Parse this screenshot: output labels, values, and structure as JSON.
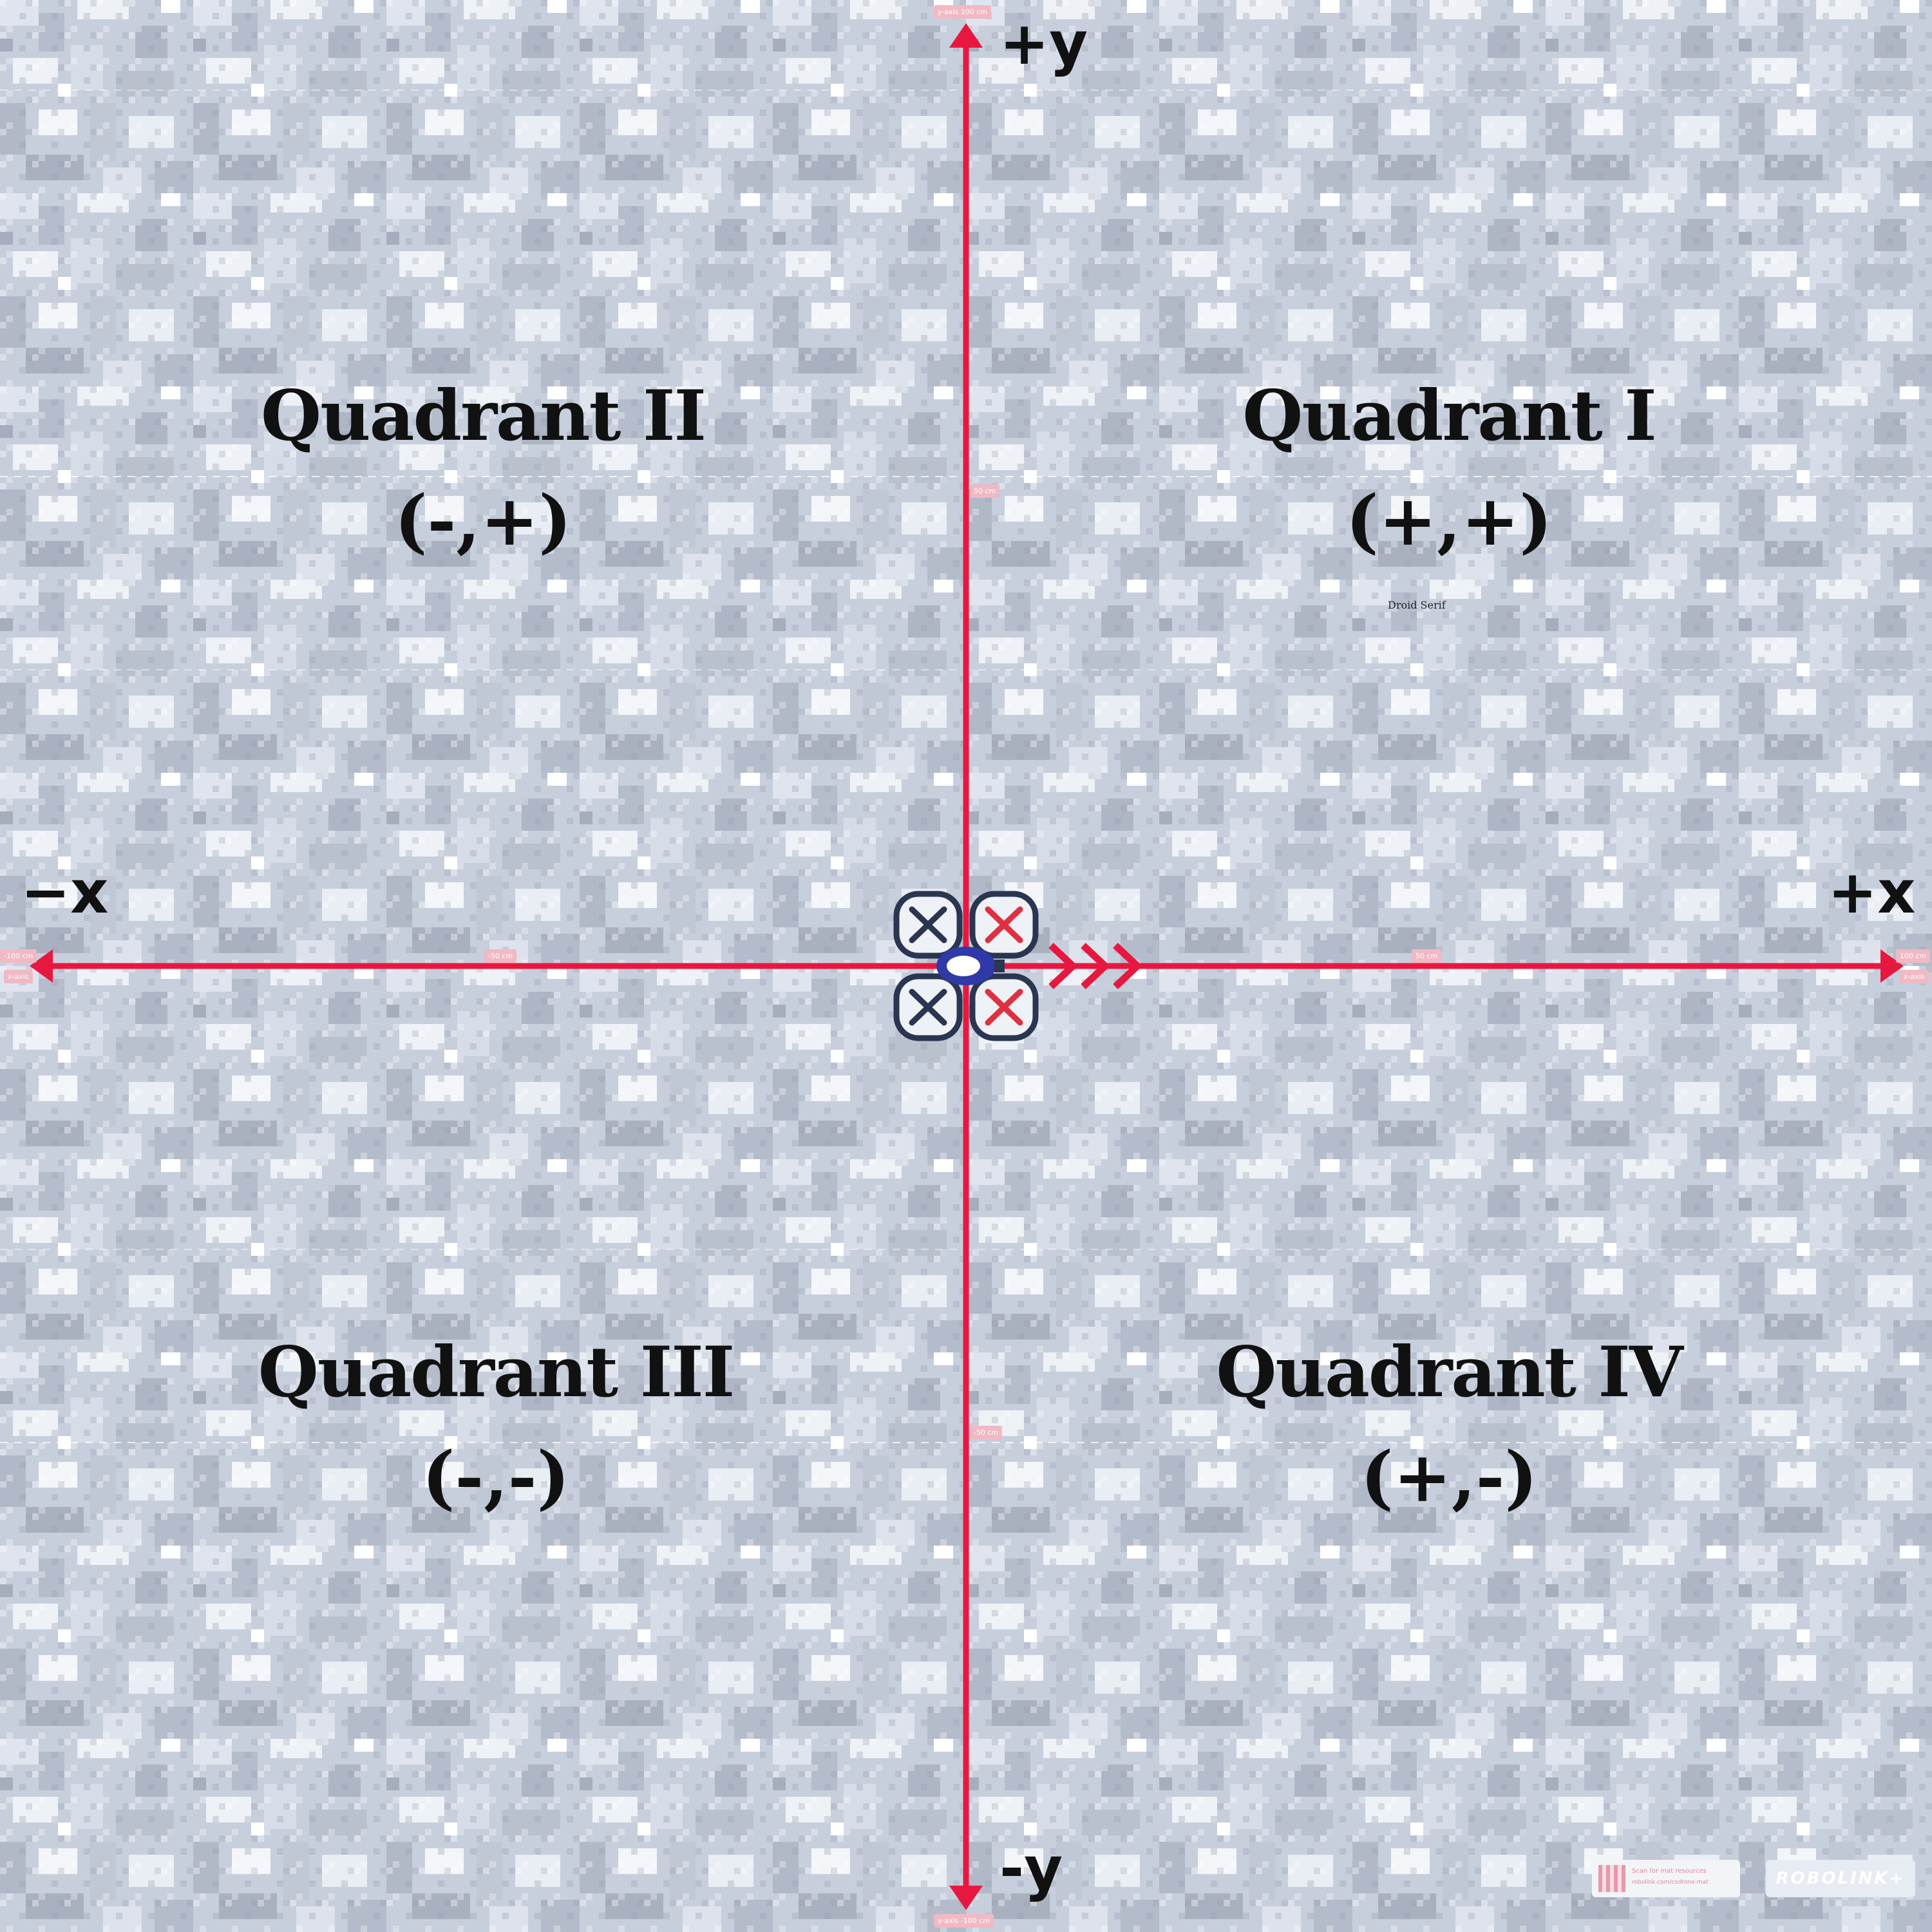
{
  "quadrants": {
    "q1": {
      "name": "Quadrant I",
      "sign": "(+,+)"
    },
    "q2": {
      "name": "Quadrant II",
      "sign": "(-,+)"
    },
    "q3": {
      "name": "Quadrant III",
      "sign": "(-,-)"
    },
    "q4": {
      "name": "Quadrant IV",
      "sign": "(+,-)"
    }
  },
  "font_note": "Droid Serif",
  "axes": {
    "pos_x": "+x",
    "neg_x": "−x",
    "pos_y": "+y",
    "neg_y": "-y"
  },
  "tags": {
    "y_top": "y-axis   100 cm",
    "y_bottom": "y-axis   -100 cm",
    "x_left_value": "-100 cm",
    "x_left_name": "x-axis",
    "x_right_value": "100 cm",
    "x_right_name": "x-axis",
    "x_neg50": "-50 cm",
    "x_pos50": "50 cm",
    "y_pos50": "50 cm",
    "y_neg50": "-50 cm"
  },
  "footer": {
    "scan_text": "Scan for mat resources",
    "scan_url": "robolink.com/codrone-mat",
    "brand": "ROBOLINK+"
  },
  "colors": {
    "axis": "#e8173f",
    "camo_light": "#eef1f6",
    "camo_mid": "#c3cbdb",
    "camo_dark": "#aeb6c5",
    "text": "#111111"
  }
}
